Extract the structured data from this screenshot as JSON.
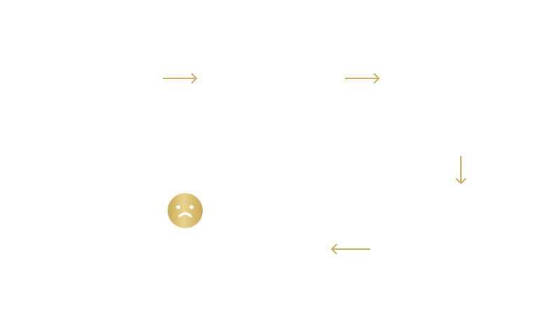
{
  "diagram": {
    "type": "cycle-flow",
    "background_color": "#ffffff",
    "accent_color": "#cdae63",
    "face_gradient": {
      "edge": "#c9a954",
      "center": "#e8d38e"
    },
    "arrows": [
      {
        "id": "arrow-1",
        "direction": "right",
        "icon": "arrow-right-icon"
      },
      {
        "id": "arrow-2",
        "direction": "right",
        "icon": "arrow-right-icon"
      },
      {
        "id": "arrow-3",
        "direction": "down",
        "icon": "arrow-down-icon"
      },
      {
        "id": "arrow-4",
        "direction": "left",
        "icon": "arrow-left-icon"
      }
    ],
    "status_icon": {
      "icon": "sad-face-icon",
      "mood": "sad"
    }
  }
}
